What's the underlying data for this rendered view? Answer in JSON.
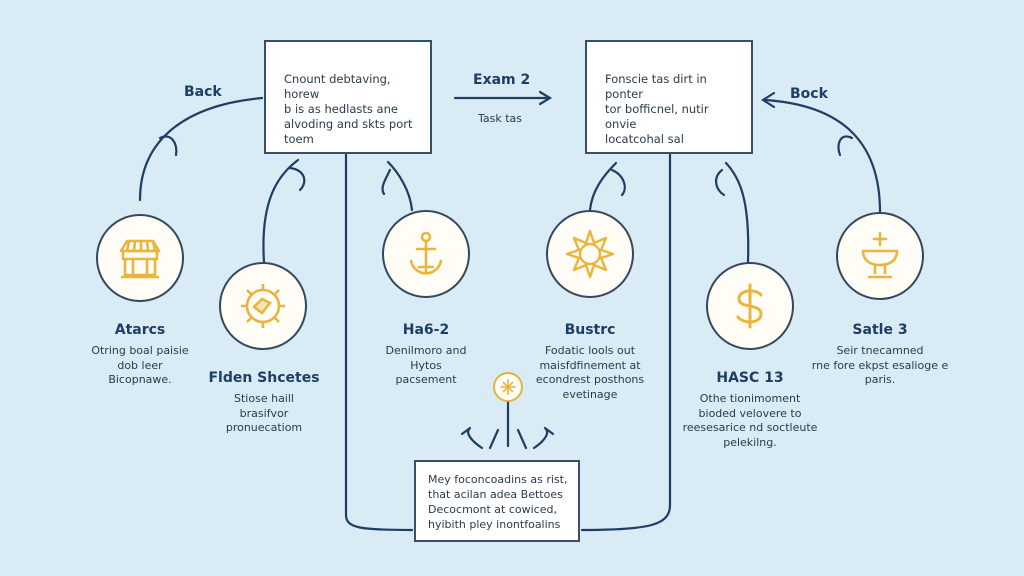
{
  "colors": {
    "background": "#d9ebf4",
    "line": "#1f3e64",
    "icon": "#e9b53c",
    "box_border": "#3a4f66"
  },
  "nav": {
    "back_left": "Back",
    "back_right": "Bock"
  },
  "middle": {
    "title": "Exam 2",
    "subtitle": "Task tas"
  },
  "boxes": {
    "left": [
      "Cnount debtaving, horew",
      "b is as hedlasts ane",
      "alvoding and skts port",
      "toem"
    ],
    "right": [
      "Fonscie tas dirt in ponter",
      "tor bofficnel, nutir onvie",
      "locatcohal sal"
    ],
    "bottom": [
      "Mey foconcoadins as rist,",
      "that acilan adea Bettoes",
      "Decocmont at cowiced,",
      "hyibith pley inontfoalins"
    ]
  },
  "nodes": [
    {
      "icon": "market-icon",
      "title": "Atarcs",
      "desc": [
        "Otring boal paisie",
        "dob leer",
        "Bicopnawe."
      ]
    },
    {
      "icon": "gear-icon",
      "title": "Flden Shcetes",
      "desc": [
        "Stiose haill",
        "brasifvor",
        "pronuecatiom"
      ]
    },
    {
      "icon": "anchor-icon",
      "title": "Ha6-2",
      "desc": [
        "Denilmoro and",
        "Hytos",
        "pacsement"
      ]
    },
    {
      "icon": "sun-icon",
      "title": "Bustrc",
      "desc": [
        "Fodatic lools out",
        "maisfdfinement at",
        "econdrest posthons",
        "evetinage"
      ]
    },
    {
      "icon": "dollar-icon",
      "title": "HASC 13",
      "desc": [
        "Othe tionimoment",
        "bioded velovere to",
        "reesesarice nd soctleute",
        "pelekilng."
      ]
    },
    {
      "icon": "chalice-icon",
      "title": "Satle 3",
      "desc": [
        "Seir tnecamned",
        "rne fore ekpst esalioge e",
        "paris."
      ]
    }
  ],
  "small_node": {
    "icon": "compass-icon"
  }
}
